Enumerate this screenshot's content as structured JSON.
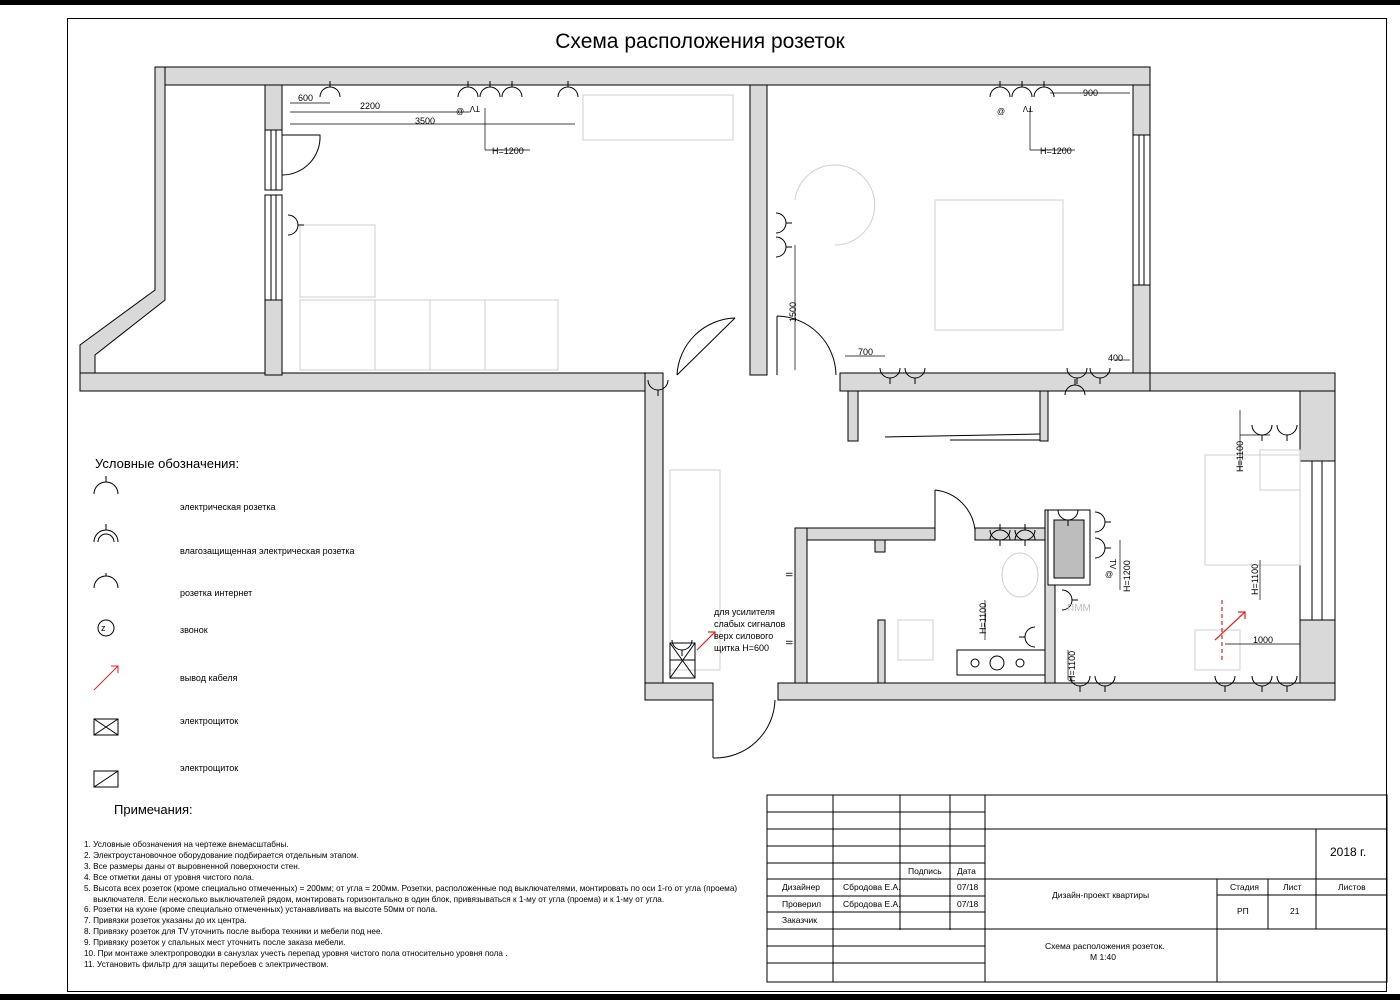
{
  "title": "Схема расположения розеток",
  "dimensions": {
    "d600": "600",
    "d2200": "2200",
    "d3500": "3500",
    "h1200_left": "H=1200",
    "d900": "900",
    "h1200_right": "H=1200",
    "d1500": "1500",
    "d700": "700",
    "d400": "400",
    "h1100_kitchen_top": "H=1100",
    "h1100_kitchen_mid": "H=1100",
    "d1000": "1000",
    "h1200_bath": "H=1200",
    "h1100_bath": "H=1100",
    "h1100_bath_low": "H=1100",
    "tv_left": "TV",
    "tv_right": "TV",
    "tv_bath": "TV",
    "at_left": "@",
    "at_right": "@",
    "at_bath": "@",
    "pmm": "ПММ",
    "ii_top": "II",
    "ii_bottom": "II"
  },
  "amp_note": [
    "для усилителя",
    "слабых сигналов",
    "верх силового",
    "щитка H=600"
  ],
  "legend": {
    "heading": "Условные обозначения:",
    "items": [
      {
        "label": "электрическая розетка",
        "icon": "socket-icon"
      },
      {
        "label": "влагозащищенная электрическая розетка",
        "icon": "waterproof-socket-icon"
      },
      {
        "label": "розетка интернет",
        "icon": "internet-socket-icon"
      },
      {
        "label": "звонок",
        "icon": "bell-icon",
        "glyph": "z"
      },
      {
        "label": "вывод кабеля",
        "icon": "cable-outlet-icon"
      },
      {
        "label": "электрощиток",
        "icon": "electrical-panel-x-icon"
      },
      {
        "label": "электрощиток",
        "icon": "electrical-panel-diagonal-icon"
      }
    ]
  },
  "notes": {
    "heading": "Примечания:",
    "items": [
      "1. Условные обозначения на чертеже внемасштабны.",
      "2. Электроустановочное оборудование подбирается отдельным этапом.",
      "3. Все размеры даны от выровненной поверхности стен.",
      "4. Все отметки даны от уровня чистого пола.",
      "5. Высота всех розеток (кроме специально отмеченных) = 200мм; от угла = 200мм. Розетки, расположенные под выключателями, монтировать по оси 1-го от угла (проема)",
      "    выключателя. Если несколько выключателей рядом, монтировать горизонтально в один блок, привязываться к 1-му от угла (проема) и к 1-му от угла.",
      "6. Розетки на кухне (кроме специально отмеченных) устанавливать на высоте 50мм от пола.",
      "7. Привязки розеток указаны до их центра.",
      "8. Привязку розеток для TV уточнить после выбора техники и мебели под нее.",
      "9. Привязку розеток у спальных мест уточнить после заказа мебели.",
      "10. При монтаже электропроводки в санузлах учесть перепад уровня чистого пола относительно уровня пола .",
      "11. Установить фильтр для защиты перебоев с электричеством."
    ]
  },
  "stamp": {
    "year": "2018 г.",
    "col_signature": "Подпись",
    "col_date": "Дата",
    "role_designer": "Дизайнер",
    "designer_name": "Сбродова Е.А.",
    "designer_date": "07/18",
    "role_checked": "Проверил",
    "checked_name": "Сбродова Е.А.",
    "checked_date": "07/18",
    "role_client": "Заказчик",
    "project": "Дизайн-проект квартиры",
    "col_stage": "Стадия",
    "col_sheet": "Лист",
    "col_sheets": "Листов",
    "stage": "РП",
    "sheet": "21",
    "sheets": "",
    "drawing_title": "Схема расположения розеток.",
    "scale": "М 1:40"
  },
  "colors": {
    "wall_fill": "#d9d9d9",
    "cable_arrow": "#e02020",
    "furniture": "#cfcfcf"
  }
}
